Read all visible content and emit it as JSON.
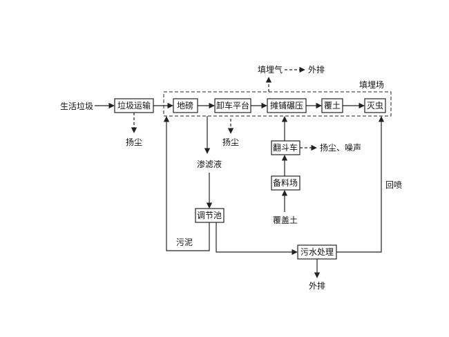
{
  "input": "生活垃圾",
  "boxes": {
    "transport": "垃圾运输",
    "weighbridge": "地磅",
    "unload": "卸车平台",
    "spread": "摊铺碾压",
    "cover": "覆土",
    "pest": "灭虫",
    "dumper": "翻斗车",
    "material": "备料场",
    "pond": "调节池",
    "sewage": "污水处理"
  },
  "labels": {
    "landfill": "填埋场",
    "landfill_gas": "填埋气",
    "discharge_top": "外排",
    "dust_1": "扬尘",
    "dust_2": "扬尘",
    "dust_noise": "扬尘、噪声",
    "leachate": "渗滤液",
    "cover_soil": "覆盖土",
    "sludge": "污泥",
    "recirculate": "回喷",
    "discharge_bottom": "外排"
  }
}
